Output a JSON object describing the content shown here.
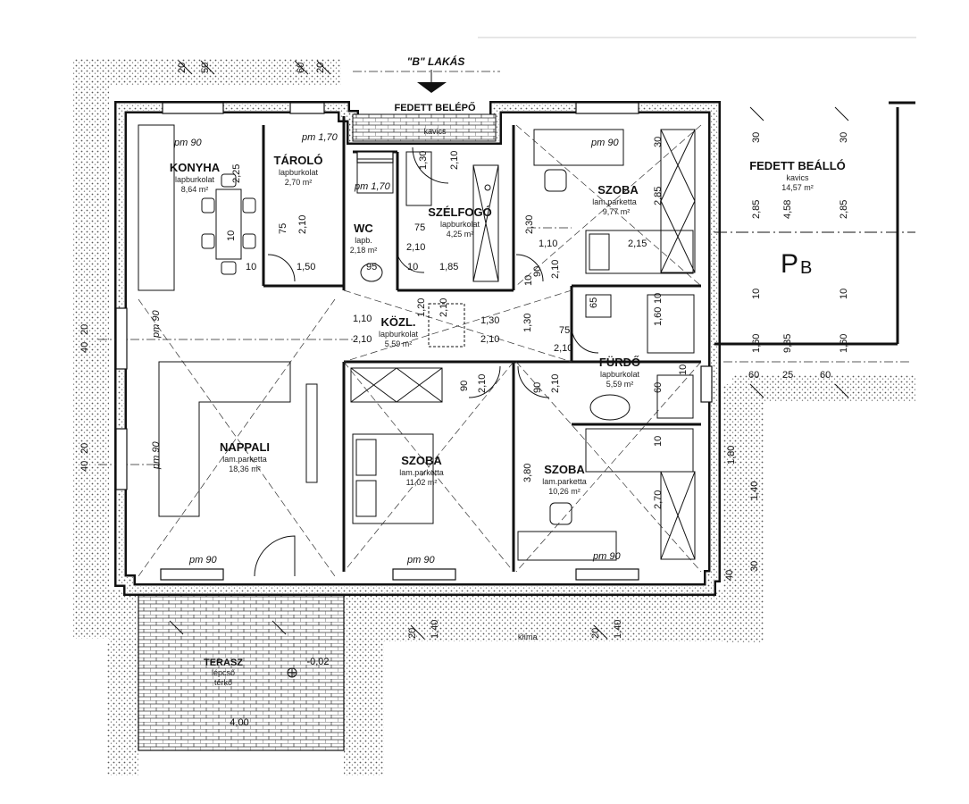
{
  "plan": {
    "title": "\"B\" LAKÁS",
    "entrance": "FEDETT BELÉPŐ",
    "entrance_sub": "kavics",
    "parking": {
      "name": "FEDETT BEÁLLÓ",
      "sub": "kavics",
      "area": "14,57 m²",
      "sign": "P",
      "sign_sub": "B"
    },
    "terrace": {
      "name": "TERASZ",
      "sub1": "lépcső",
      "sub2": "térkő",
      "level": "-0,02",
      "dim": "4,00"
    },
    "pattern_label": "klíma",
    "rooms": [
      {
        "id": "konyha",
        "name": "KONYHA",
        "floor": "lapburkolat",
        "area": "8,64 m²"
      },
      {
        "id": "tarolo",
        "name": "TÁROLÓ",
        "floor": "lapburkolat",
        "area": "2,70 m²"
      },
      {
        "id": "wc",
        "name": "WC",
        "floor": "lapb.",
        "area": "2,18 m²"
      },
      {
        "id": "szelfogo",
        "name": "SZÉLFOGÓ",
        "floor": "lapburkolat",
        "area": "4,25 m²"
      },
      {
        "id": "kozl",
        "name": "KÖZL.",
        "floor": "lapburkolat",
        "area": "5,59 m²"
      },
      {
        "id": "szoba1",
        "name": "SZOBA",
        "floor": "lam.parketta",
        "area": "9,77 m²"
      },
      {
        "id": "furdo",
        "name": "FÜRDŐ",
        "floor": "lapburkolat",
        "area": "5,59 m²"
      },
      {
        "id": "nappali",
        "name": "NAPPALI",
        "floor": "lam.parketta",
        "area": "18,36 m²"
      },
      {
        "id": "szoba2",
        "name": "SZOBA",
        "floor": "lam.parketta",
        "area": "11,02 m²"
      },
      {
        "id": "szoba3",
        "name": "SZOBA",
        "floor": "lam.parketta",
        "area": "10,26 m²"
      }
    ],
    "window_labels": {
      "pm90": "pm 90",
      "pm170": "pm 1,70"
    },
    "dimensions": {
      "d_210": "2,10",
      "d_75": "75",
      "d_10": "10",
      "d_150": "1,50",
      "d_95": "95",
      "d_185": "1,85",
      "d_110": "1,10",
      "d_215": "2,15",
      "d_130": "1,30",
      "d_120": "1,20",
      "d_90": "90",
      "d_225": "2,25",
      "d_230": "2,30",
      "d_60": "60",
      "d_285": "2,85",
      "d_458": "4,58",
      "d_380": "3,80",
      "d_270": "2,70",
      "d_30": "30",
      "d_160": "1,60",
      "d_25": "25",
      "d_935": "9,35",
      "d_20": "20",
      "d_40": "40",
      "d_50": "50",
      "d_65": "65",
      "d_100": "1,00",
      "d_140": "1,40",
      "d_180": "1,80"
    }
  }
}
